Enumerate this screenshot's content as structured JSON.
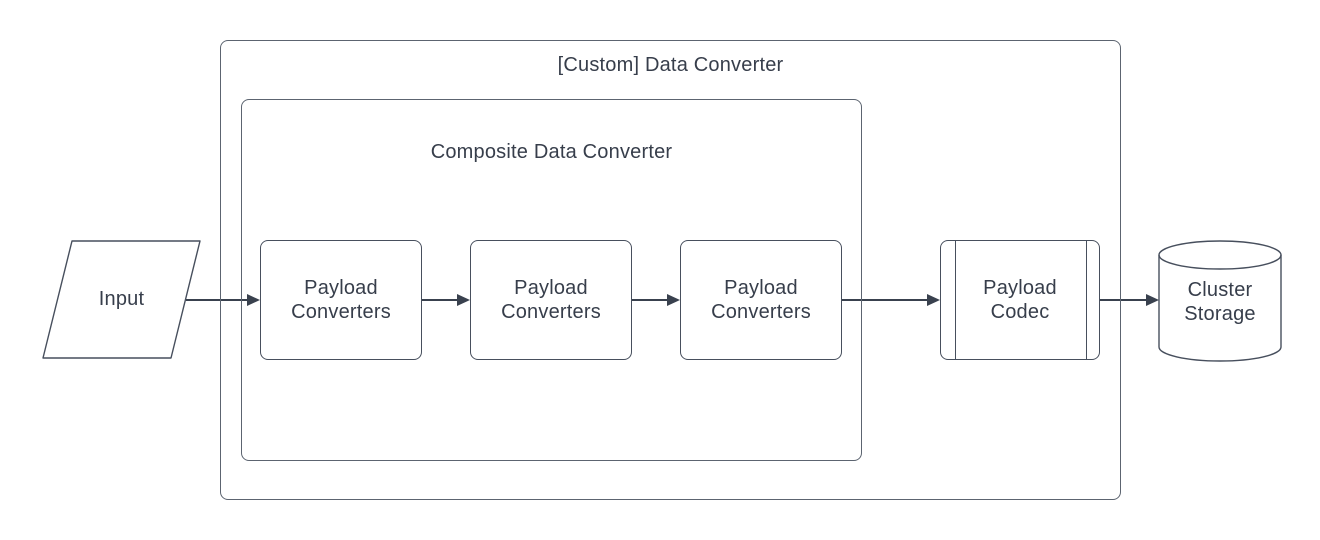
{
  "diagram": {
    "containers": {
      "custom": {
        "label": "[Custom] Data Converter"
      },
      "composite": {
        "label": "Composite Data Converter"
      }
    },
    "nodes": {
      "input": {
        "label": "Input",
        "shape": "parallelogram"
      },
      "converter_1": {
        "label": "Payload Converters",
        "shape": "rounded-rectangle"
      },
      "converter_2": {
        "label": "Payload Converters",
        "shape": "rounded-rectangle"
      },
      "converter_3": {
        "label": "Payload Converters",
        "shape": "rounded-rectangle"
      },
      "payload_codec": {
        "label": "Payload Codec",
        "shape": "predefined-process"
      },
      "cluster_storage": {
        "label": "Cluster Storage",
        "shape": "cylinder"
      }
    },
    "edges": [
      {
        "from": "input",
        "to": "converter_1"
      },
      {
        "from": "converter_1",
        "to": "converter_2"
      },
      {
        "from": "converter_2",
        "to": "converter_3"
      },
      {
        "from": "converter_3",
        "to": "payload_codec"
      },
      {
        "from": "payload_codec",
        "to": "cluster_storage"
      }
    ],
    "colors": {
      "background": "#ffffff",
      "shape_stroke": "#474f5d",
      "container_stroke": "#5c6470",
      "arrow": "#39414e",
      "text": "#373e4b"
    }
  }
}
